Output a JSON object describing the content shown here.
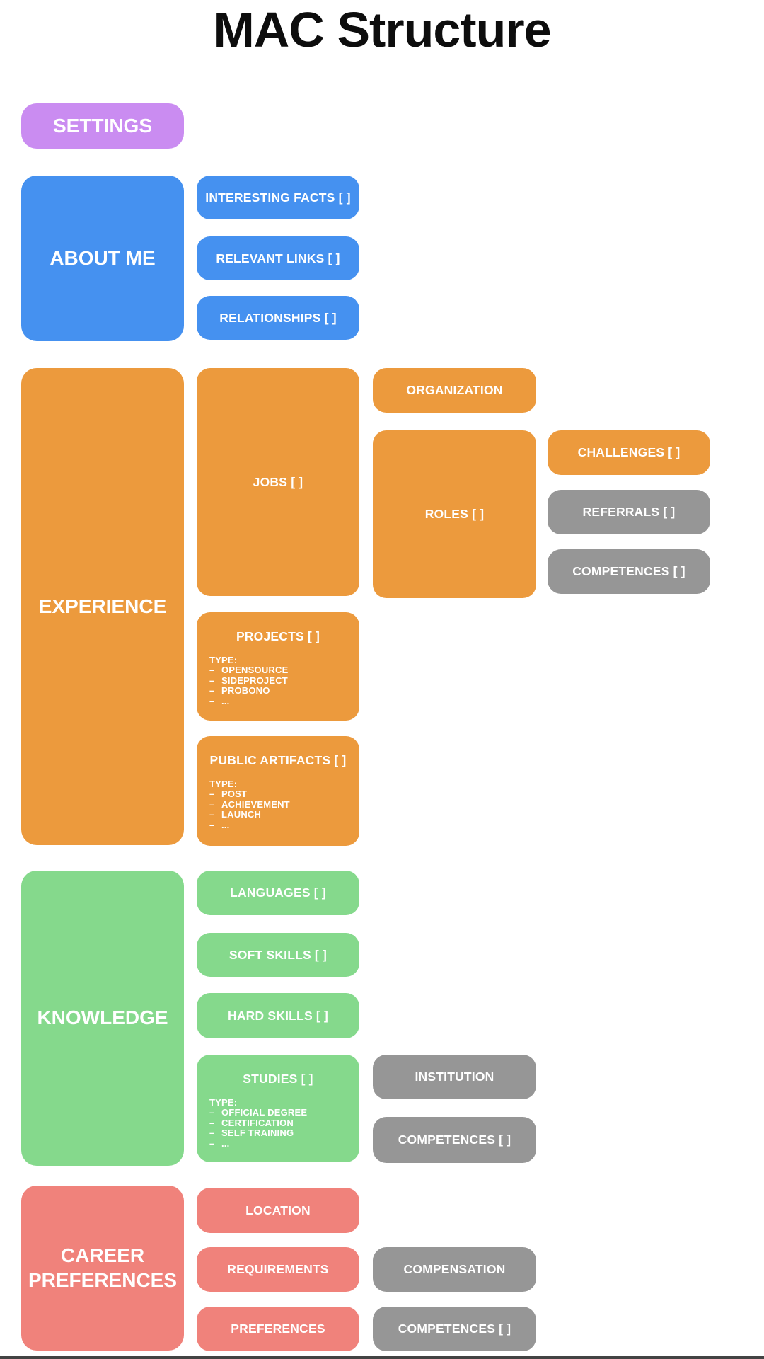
{
  "title": "MAC Structure",
  "palette": {
    "purple": "#ca8cf1",
    "blue": "#4591f0",
    "orange": "#ec9a3d",
    "green": "#85d98c",
    "salmon": "#f0827b",
    "gray": "#969696",
    "node_text": "#ffffff",
    "title_text": "#0d0d0d",
    "bottom_edge": "#434343"
  },
  "nodes": {
    "settings": {
      "label": "SETTINGS"
    },
    "about_me": {
      "label": "ABOUT ME",
      "children": [
        {
          "label": "INTERESTING FACTS [ ]"
        },
        {
          "label": "RELEVANT LINKS [ ]"
        },
        {
          "label": "RELATIONSHIPS [ ]"
        }
      ]
    },
    "experience": {
      "label": "EXPERIENCE",
      "jobs": {
        "label": "JOBS [ ]"
      },
      "organization": {
        "label": "ORGANIZATION"
      },
      "roles": {
        "label": "ROLES [ ]",
        "children": [
          {
            "label": "CHALLENGES [ ]"
          },
          {
            "label": "REFERRALS [ ]"
          },
          {
            "label": "COMPETENCES [ ]"
          }
        ]
      },
      "projects": {
        "label": "PROJECTS [ ]",
        "type_heading": "TYPE:",
        "types": [
          "OPENSOURCE",
          "SIDEPROJECT",
          "PROBONO",
          "..."
        ]
      },
      "public_artifacts": {
        "label": "PUBLIC ARTIFACTS [ ]",
        "type_heading": "TYPE:",
        "types": [
          "POST",
          "ACHIEVEMENT",
          "LAUNCH",
          "..."
        ]
      }
    },
    "knowledge": {
      "label": "KNOWLEDGE",
      "children": [
        {
          "label": "LANGUAGES [ ]"
        },
        {
          "label": "SOFT SKILLS [ ]"
        },
        {
          "label": "HARD SKILLS [ ]"
        }
      ],
      "studies": {
        "label": "STUDIES [ ]",
        "type_heading": "TYPE:",
        "types": [
          "OFFICIAL DEGREE",
          "CERTIFICATION",
          "SELF TRAINING",
          "..."
        ],
        "children": [
          {
            "label": "INSTITUTION"
          },
          {
            "label": "COMPETENCES [ ]"
          }
        ]
      }
    },
    "career_preferences": {
      "label": "CAREER PREFERENCES",
      "children": [
        {
          "label": "LOCATION"
        },
        {
          "label": "REQUIREMENTS"
        },
        {
          "label": "PREFERENCES"
        }
      ],
      "requirements_child": {
        "label": "COMPENSATION"
      },
      "preferences_child": {
        "label": "COMPETENCES [ ]"
      }
    }
  }
}
